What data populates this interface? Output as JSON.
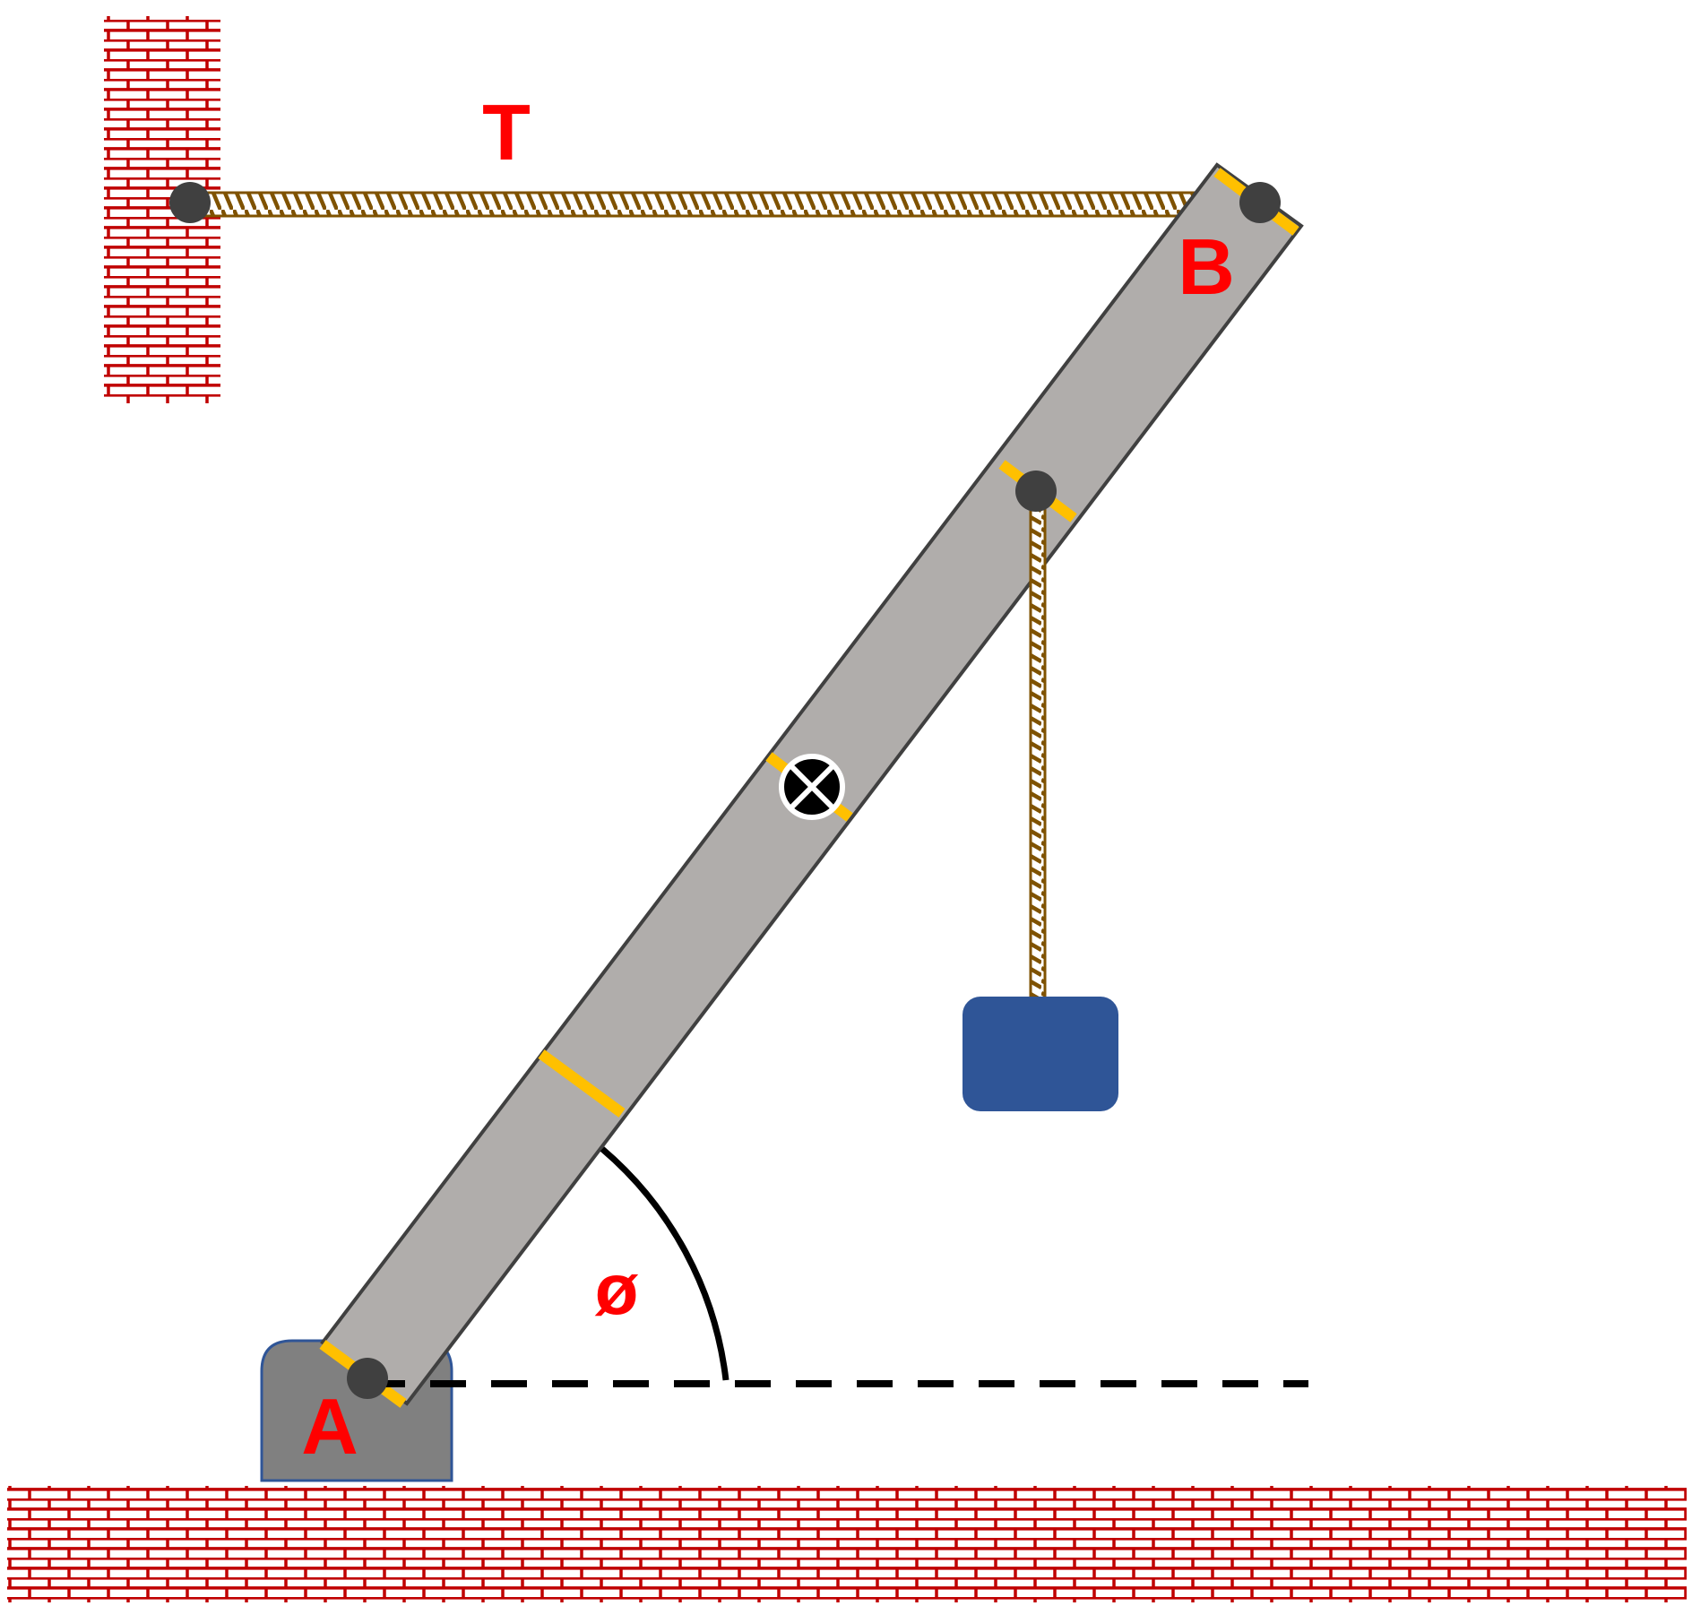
{
  "labels": {
    "tension": "T",
    "point_a": "A",
    "point_b": "B",
    "angle": "ø"
  },
  "colors": {
    "brick": "#c00000",
    "beam_fill": "#b0adab",
    "beam_stroke": "#404040",
    "marker": "#ffc000",
    "pin": "#404040",
    "rope": "#7f5200",
    "weight": "#2f5597",
    "base_block": "#808080",
    "base_block_stroke": "#2f5597",
    "label": "#ff0000",
    "line": "#000000"
  }
}
